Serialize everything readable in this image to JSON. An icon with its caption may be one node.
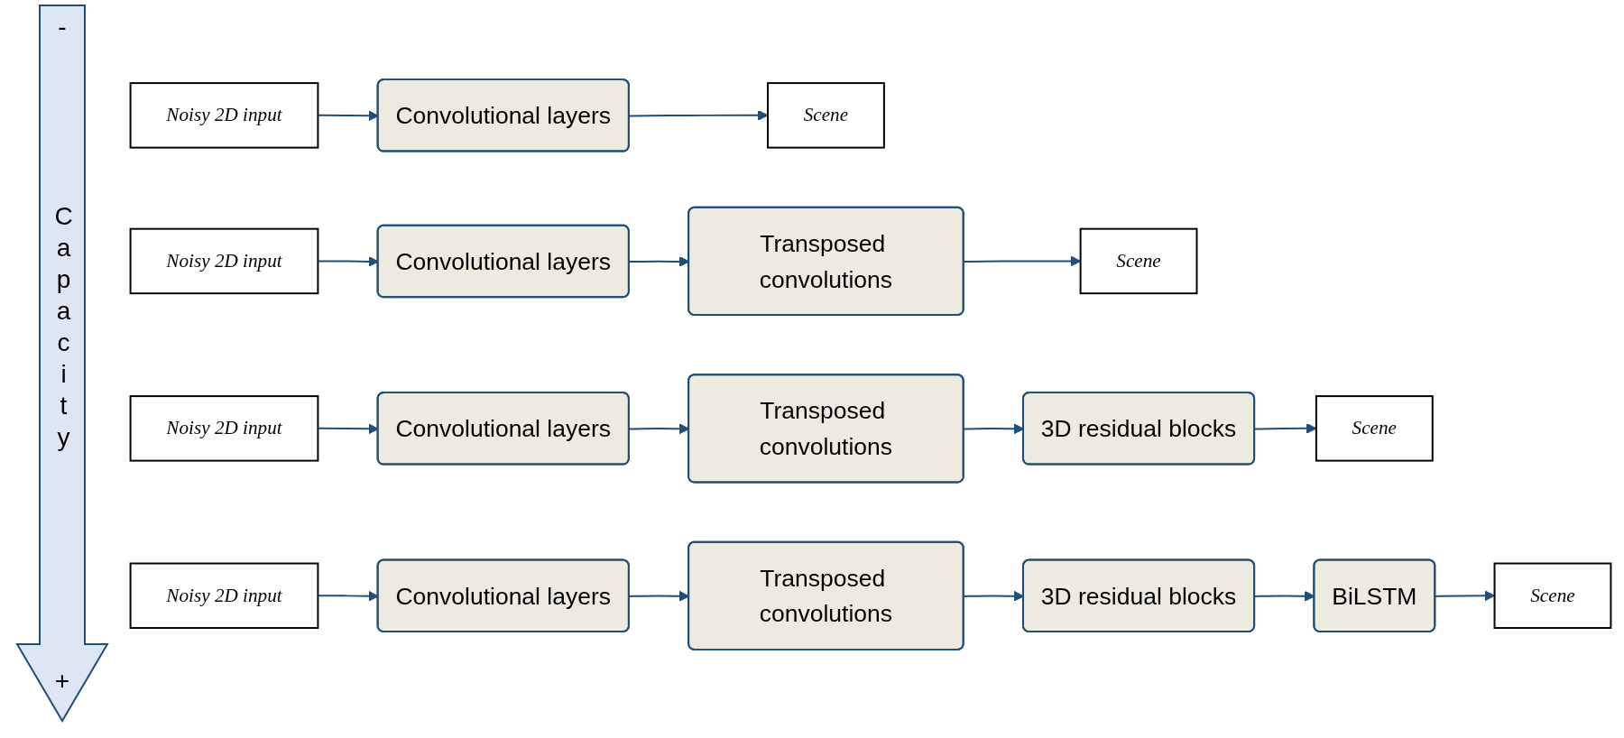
{
  "diagram": {
    "nodes": [
      {
        "text": [
          "Noisy 2D input"
        ]
      },
      {
        "text": [
          "Convolutional layers"
        ]
      },
      {
        "text": [
          "Scene"
        ]
      },
      {
        "text": [
          "Noisy 2D input"
        ]
      },
      {
        "text": [
          "Convolutional layers"
        ]
      },
      {
        "text": [
          "Transposed convolutions"
        ]
      },
      {
        "text": [
          "Scene"
        ]
      },
      {
        "text": [
          "Noisy 2D input"
        ]
      },
      {
        "text": [
          "Convolutional layers"
        ]
      },
      {
        "text": [
          "Transposed convolutions"
        ]
      },
      {
        "text": [
          "3D residual blocks"
        ]
      },
      {
        "text": [
          "Scene"
        ]
      },
      {
        "text": [
          "Noisy 2D input"
        ]
      },
      {
        "text": [
          "Convolutional layers"
        ]
      },
      {
        "text": [
          "Transposed convolutions"
        ]
      },
      {
        "text": [
          "3D residual blocks"
        ]
      },
      {
        "text": [
          "BiLSTM"
        ]
      },
      {
        "text": [
          "Scene"
        ]
      }
    ],
    "edges": [
      {
        "from": 0,
        "to": 1,
        "arrow": "to"
      },
      {
        "from": 1,
        "to": 2,
        "arrow": "to"
      },
      {
        "from": 3,
        "to": 4,
        "arrow": "to"
      },
      {
        "from": 4,
        "to": 5,
        "arrow": "to"
      },
      {
        "from": 5,
        "to": 6,
        "arrow": "to"
      },
      {
        "from": 7,
        "to": 8,
        "arrow": "to"
      },
      {
        "from": 8,
        "to": 9,
        "arrow": "to"
      },
      {
        "from": 9,
        "to": 10,
        "arrow": "to"
      },
      {
        "from": 10,
        "to": 11,
        "arrow": "to"
      },
      {
        "from": 12,
        "to": 13,
        "arrow": "to"
      },
      {
        "from": 13,
        "to": 14,
        "arrow": "to"
      },
      {
        "from": 14,
        "to": 15,
        "arrow": "to"
      },
      {
        "from": 15,
        "to": 16,
        "arrow": "to"
      },
      {
        "from": 16,
        "to": 17,
        "arrow": "to"
      }
    ],
    "labels": [
      "-",
      "Capacity",
      "+"
    ]
  }
}
